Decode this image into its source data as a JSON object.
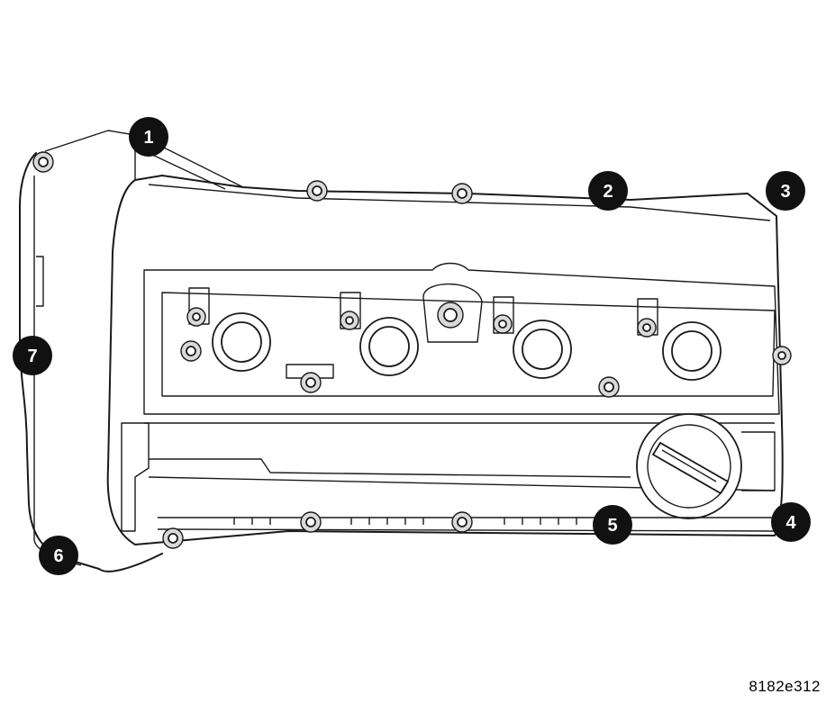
{
  "figure_code": "8182e312",
  "callouts": [
    {
      "label": "1"
    },
    {
      "label": "2"
    },
    {
      "label": "3"
    },
    {
      "label": "4"
    },
    {
      "label": "5"
    },
    {
      "label": "6"
    },
    {
      "label": "7"
    }
  ],
  "colors": {
    "line": "#1a1a1a",
    "callout_fill": "#111111",
    "callout_text": "#ffffff",
    "background": "#ffffff"
  }
}
